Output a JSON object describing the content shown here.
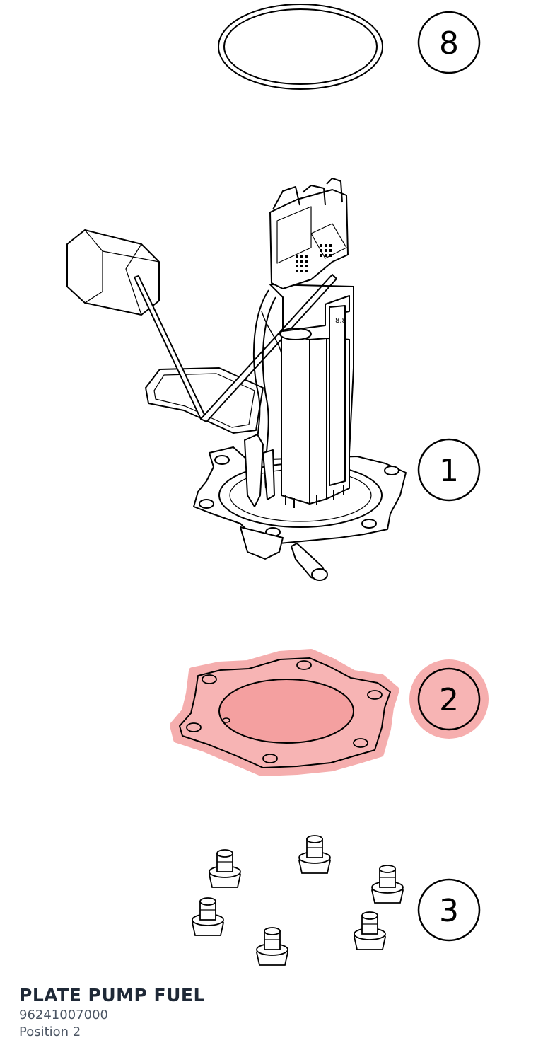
{
  "callouts": [
    {
      "id": "8",
      "label": "8",
      "highlighted": false
    },
    {
      "id": "1",
      "label": "1",
      "highlighted": false
    },
    {
      "id": "2",
      "label": "2",
      "highlighted": true
    },
    {
      "id": "3",
      "label": "3",
      "highlighted": false
    }
  ],
  "highlight_color": "#f4a0a0",
  "stroke_color": "#000000",
  "part": {
    "title": "PLATE PUMP FUEL",
    "number": "96241007000",
    "position": "Position 2"
  }
}
